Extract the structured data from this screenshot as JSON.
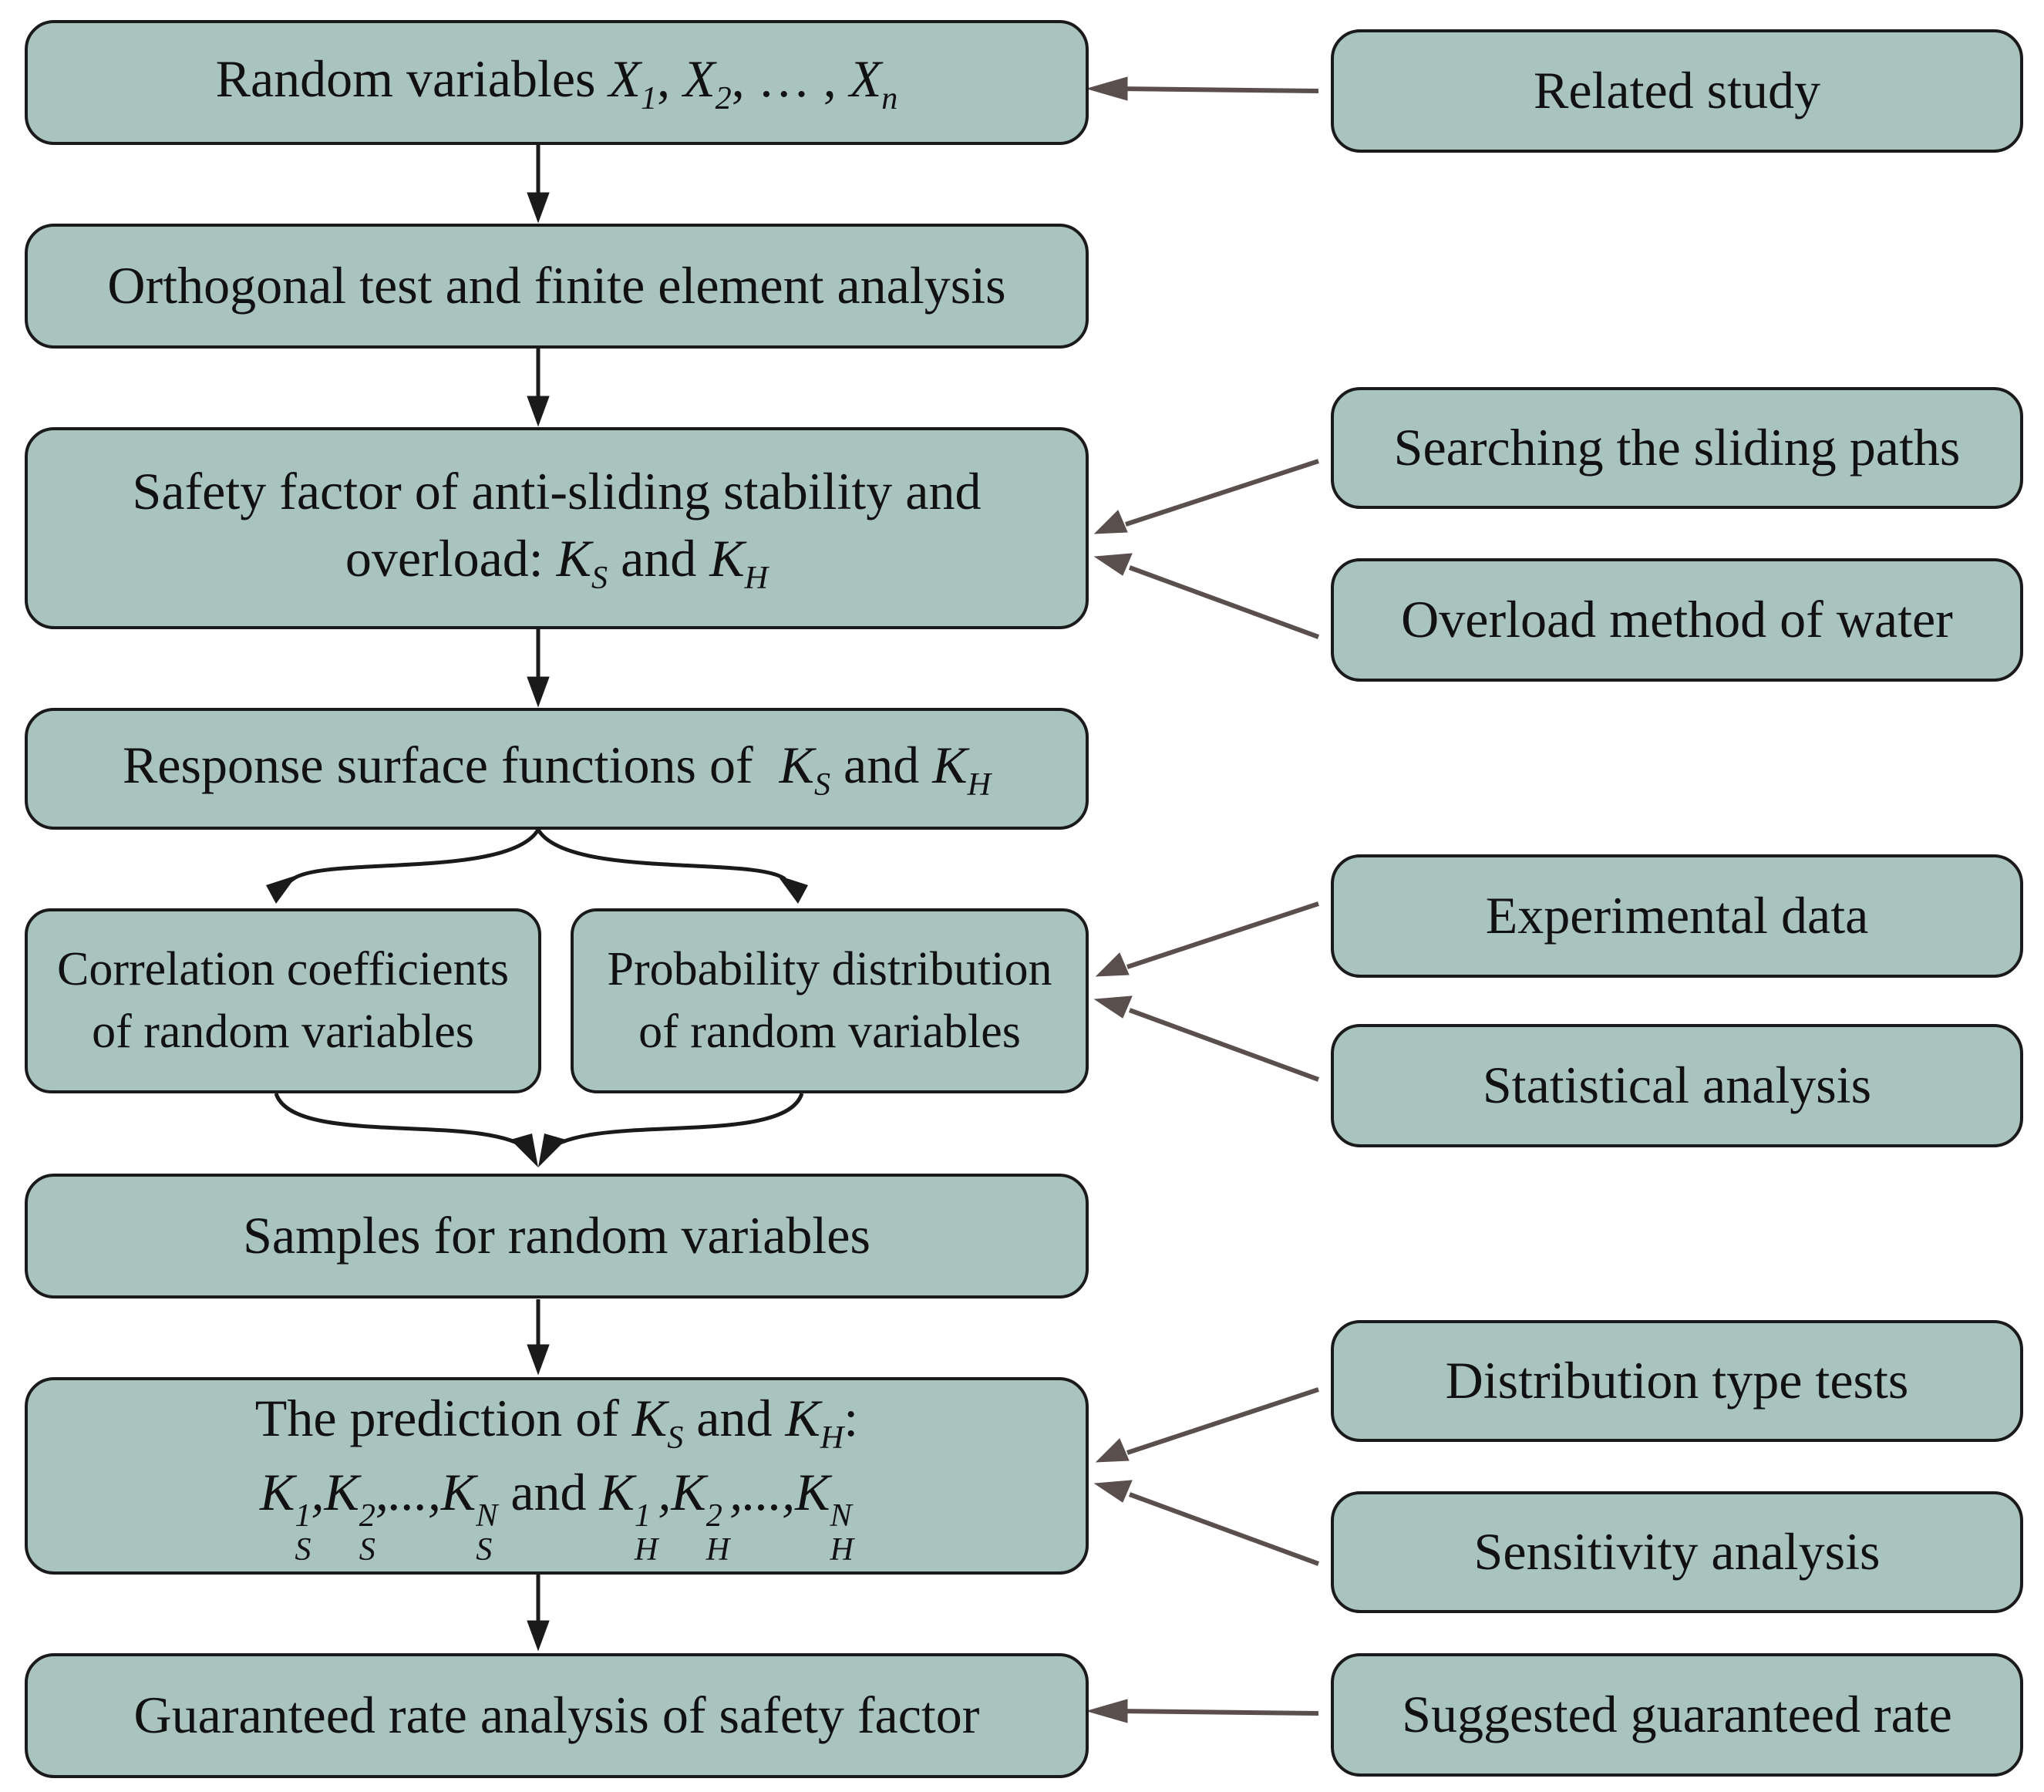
{
  "boxes": {
    "random_vars_prefix": "Random variables",
    "orthogonal": "Orthogonal test and finite element analysis",
    "safety_line1": "Safety factor of anti-sliding stability and",
    "safety_line2_prefix": "overload:",
    "and": "and",
    "response_prefix": "Response surface functions of",
    "correlation_line1": "Correlation coefficients",
    "correlation_line2": "of random variables",
    "probability_line1": "Probability distribution",
    "probability_line2": "of random variables",
    "samples": "Samples for random variables",
    "prediction_line1_prefix": "The prediction of",
    "guaranteed": "Guaranteed rate analysis of safety factor"
  },
  "side": {
    "related_study": "Related study",
    "searching": "Searching the sliding paths",
    "overload_method": "Overload method of water",
    "experimental": "Experimental data",
    "statistical": "Statistical analysis",
    "distribution_tests": "Distribution type tests",
    "sensitivity": "Sensitivity analysis",
    "suggested": "Suggested guaranteed rate"
  },
  "symbols": {
    "X": "X",
    "K": "K",
    "S": "S",
    "H": "H",
    "N": "N",
    "i1": "1",
    "i2": "2",
    "n": "n",
    "sep": ",",
    "dots": ", … ,",
    "edots": ",...,",
    "colon": ":"
  },
  "colors": {
    "box_fill": "#a9c4bf",
    "arrow_main": "#1a1a1a",
    "arrow_side": "#5a4f4c"
  }
}
